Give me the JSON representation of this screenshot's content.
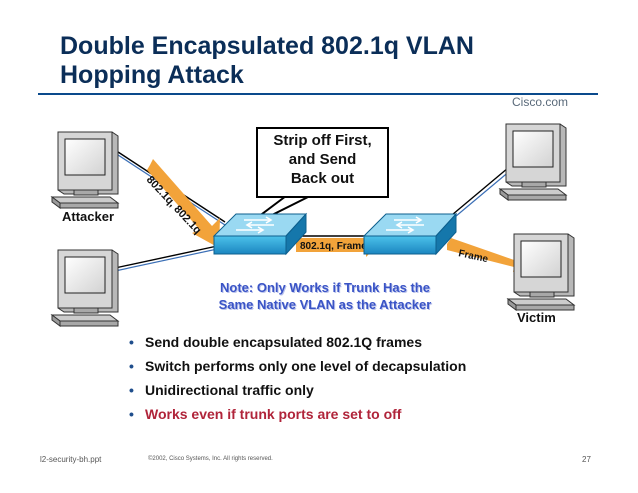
{
  "slide": {
    "title_line1": "Double Encapsulated 802.1q VLAN",
    "title_line2": "Hopping Attack",
    "brand": "Cisco.com"
  },
  "diagram": {
    "callout_lines": [
      "Strip off First,",
      "and Send",
      "Back out"
    ],
    "attacker_label": "Attacker",
    "victim_label": "Victim",
    "double_tag_label": "802.1q, 802.1q",
    "trunk_frame_label": "802.1q, Frame",
    "frame_label": "Frame",
    "note_lines": [
      "Note: Only Works if Trunk Has the",
      "Same Native VLAN as the Attacker"
    ],
    "colors": {
      "tag_arrow": "#f2a33a",
      "switch": "#29a3d6",
      "note_text": "#3a54c6"
    }
  },
  "bullets": [
    {
      "text": "Send double encapsulated 802.1Q frames"
    },
    {
      "text": "Switch performs only one level of decapsulation"
    },
    {
      "text": "Unidirectional traffic only"
    },
    {
      "text": "Works even if trunk ports are set to off"
    }
  ],
  "footer": {
    "file": "l2-security-bh.ppt",
    "copyright": "©2002, Cisco Systems, Inc. All rights reserved.",
    "page": "27"
  }
}
